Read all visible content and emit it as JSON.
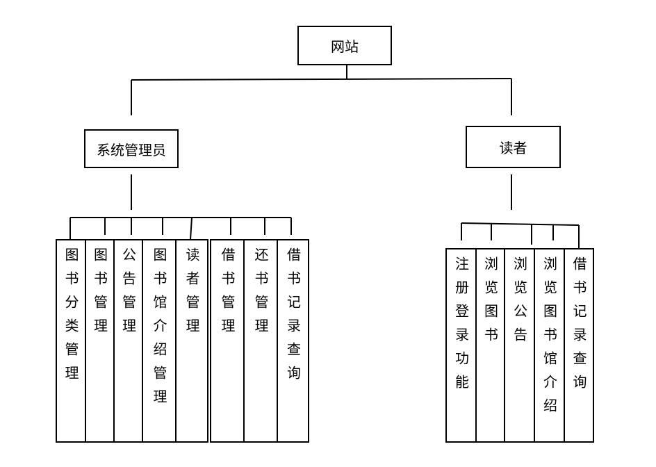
{
  "root": {
    "label": "网站"
  },
  "branches": [
    {
      "label": "系统管理员",
      "children": [
        "图书分类管理",
        "图书管理",
        "公告管理",
        "图书馆介绍管理",
        "读者管理",
        "借书管理",
        "还书管理",
        "借书记录查询"
      ]
    },
    {
      "label": "读者",
      "children": [
        "注册登录功能",
        "浏览图书",
        "浏览公告",
        "浏览图书馆介绍",
        "借书记录查询"
      ]
    }
  ]
}
